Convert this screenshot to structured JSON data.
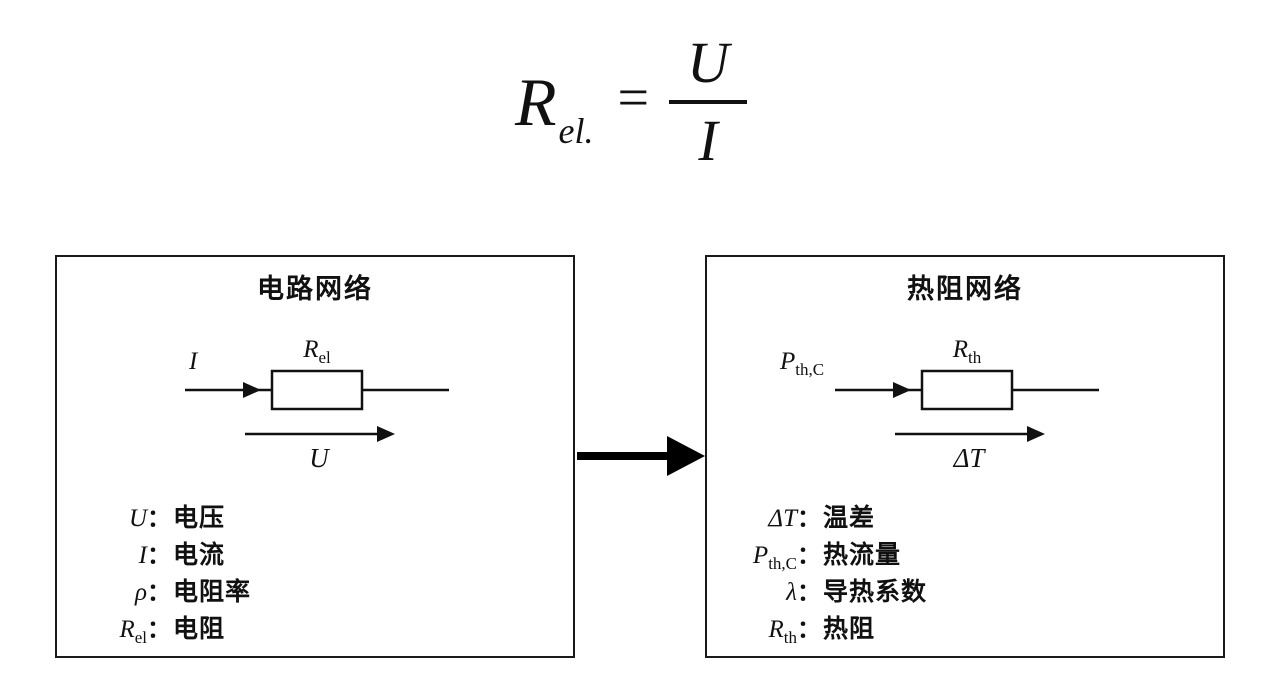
{
  "formula": {
    "base": "R",
    "sub": "el.",
    "equals": "=",
    "numerator": "U",
    "denominator": "I"
  },
  "left_panel": {
    "title": "电路网络",
    "circuit": {
      "input_label": "I",
      "resistor_base": "R",
      "resistor_sub": "el",
      "flow_label": "U"
    },
    "legend": [
      {
        "base": "U",
        "sub": "",
        "colon": "：",
        "desc": "电压"
      },
      {
        "base": "I",
        "sub": "",
        "colon": "：",
        "desc": "电流"
      },
      {
        "base": "ρ",
        "sub": "",
        "colon": "：",
        "desc": "电阻率"
      },
      {
        "base": "R",
        "sub": "el",
        "colon": "：",
        "desc": "电阻"
      }
    ]
  },
  "right_panel": {
    "title": "热阻网络",
    "circuit": {
      "input_base": "P",
      "input_sub": "th,C",
      "resistor_base": "R",
      "resistor_sub": "th",
      "flow_label": "ΔT"
    },
    "legend": [
      {
        "base": "ΔT",
        "sub": "",
        "colon": "：",
        "desc": "温差"
      },
      {
        "base": "P",
        "sub": "th,C",
        "colon": "：",
        "desc": "热流量"
      },
      {
        "base": "λ",
        "sub": "",
        "colon": "：",
        "desc": "导热系数"
      },
      {
        "base": "R",
        "sub": "th",
        "colon": "：",
        "desc": "热阻"
      }
    ]
  }
}
